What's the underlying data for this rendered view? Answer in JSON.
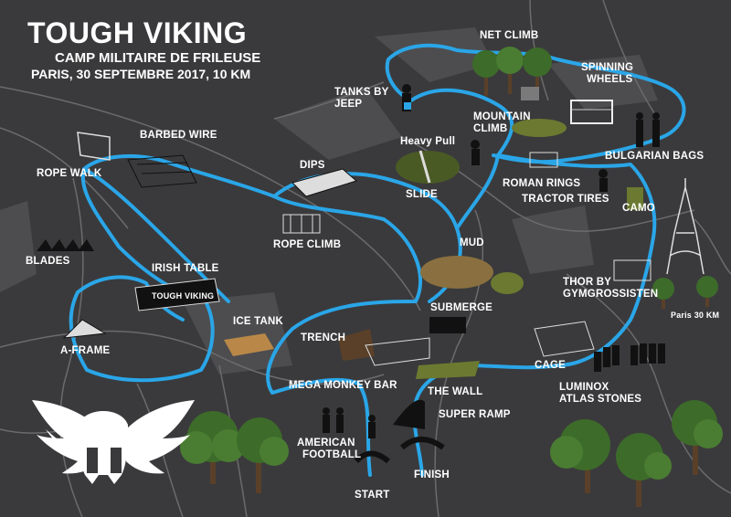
{
  "header": {
    "title": "TOUGH VIKING",
    "subtitle": "CAMP MILITAIRE DE FRILEUSE",
    "details": "PARIS, 30 SEPTEMBRE 2017, 10 KM"
  },
  "obstacles": {
    "net_climb": "NET CLIMB",
    "spinning_wheels_1": "SPINNING",
    "spinning_wheels_2": "WHEELS",
    "tanks_by_jeep_1": "TANKS BY",
    "tanks_by_jeep_2": "JEEP",
    "mountain_climb_1": "MOUNTAIN",
    "mountain_climb_2": "CLIMB",
    "heavy_pull": "Heavy Pull",
    "bulgarian_bags": "BULGARIAN BAGS",
    "barbed_wire": "BARBED WIRE",
    "rope_walk": "ROPE WALK",
    "dips": "DIPS",
    "slide": "SLIDE",
    "roman_rings": "ROMAN RINGS",
    "tractor_tires": "TRACTOR TIRES",
    "camo": "CAMO",
    "rope_climb": "ROPE CLIMB",
    "mud": "MUD",
    "blades": "BLADES",
    "irish_table": "IRISH TABLE",
    "thor_1": "THOR BY",
    "thor_2": "GYMGROSSISTEN",
    "ice_tank": "ICE TANK",
    "submerge": "SUBMERGE",
    "trench": "TRENCH",
    "a_frame": "A-FRAME",
    "cage": "CAGE",
    "mega_monkey_bar": "MEGA MONKEY BAR",
    "the_wall": "THE WALL",
    "luminox_1": "LUMINOX",
    "luminox_2": "ATLAS STONES",
    "super_ramp": "SUPER RAMP",
    "american_football_1": "AMERICAN",
    "american_football_2": "FOOTBALL",
    "finish": "FINISH",
    "start": "START"
  },
  "landmarks": {
    "paris": "Paris 30 KM"
  },
  "signage": {
    "irish_table_sign": "TOUGH VIKING"
  },
  "colors": {
    "background": "#3a3a3c",
    "route": "#2aa6e8",
    "roads": "#6b6b6e",
    "text": "#ffffff"
  },
  "icons": {
    "logo": "viking-helmet-logo",
    "eiffel": "eiffel-tower-icon"
  }
}
